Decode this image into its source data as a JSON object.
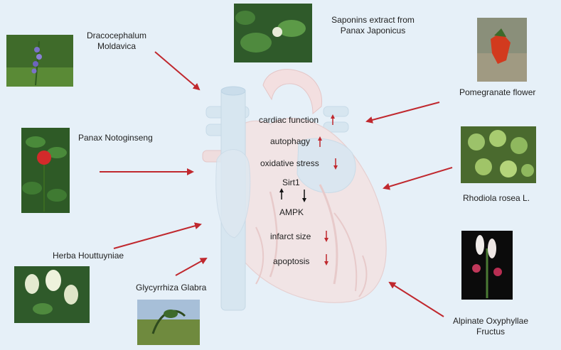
{
  "plants": {
    "dracocephalum": "Dracocephalum Moldavica",
    "saponins": "Saponins extract from Panax Japonicus",
    "pomegranate": "Pomegranate flower",
    "notoginseng": "Panax Notoginseng",
    "rhodiola": "Rhodiola rosea L.",
    "houttuyniae": "Herba Houttuyniae",
    "glycyrrhiza": "Glycyrrhiza Glabra",
    "alpinate": "Alpinate Oxyphyllae Fructus"
  },
  "effects": {
    "cardiac": "cardiac function",
    "autophagy": "autophagy",
    "oxidative": "oxidative stress",
    "sirt1": "Sirt1",
    "ampk": "AMPK",
    "infarct": "infarct size",
    "apoptosis": "apoptosis"
  },
  "colors": {
    "arrow": "#c0282e",
    "background": "#e6f0f8"
  }
}
